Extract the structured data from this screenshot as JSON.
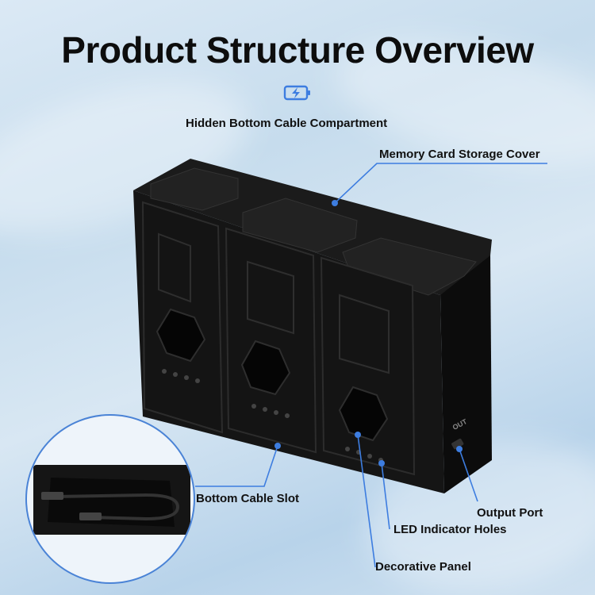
{
  "title": "Product Structure Overview",
  "icons": {
    "header": "battery-charging-icon"
  },
  "labels": {
    "hidden_bottom_cable": "Hidden Bottom Cable Compartment",
    "memory_card_cover": "Memory Card Storage Cover",
    "bottom_cable_slot": "Bottom Cable Slot",
    "output_port": "Output Port",
    "led_indicator_holes": "LED Indicator Holes",
    "decorative_panel": "Decorative Panel",
    "port_marking": "OUT"
  },
  "colors": {
    "accent": "#3d7de0",
    "product": "#121212",
    "text": "#111111"
  }
}
